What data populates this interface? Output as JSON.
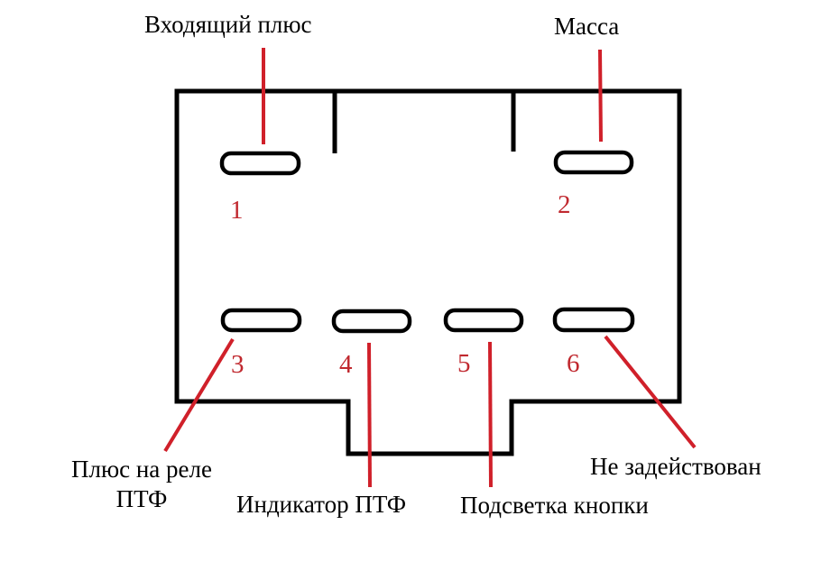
{
  "colors": {
    "outline": "#000000",
    "leader": "#d0202a",
    "pin_number": "#c0282e",
    "label_text": "#000000"
  },
  "pins": [
    {
      "number": "1",
      "label": "Входящий плюс"
    },
    {
      "number": "2",
      "label": "Масса"
    },
    {
      "number": "3",
      "label_line1": "Плюс на реле",
      "label_line2": "ПТФ"
    },
    {
      "number": "4",
      "label": "Индикатор ПТФ"
    },
    {
      "number": "5",
      "label": "Подсветка кнопки"
    },
    {
      "number": "6",
      "label": "Не задействован"
    }
  ]
}
